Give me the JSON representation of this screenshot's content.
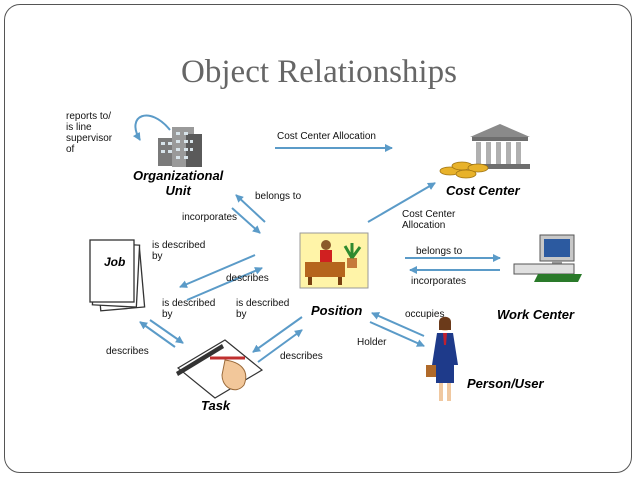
{
  "title": "Object Relationships",
  "nodes": {
    "org_unit": "Organizational\nUnit",
    "cost_center": "Cost Center",
    "job": "Job",
    "position": "Position",
    "work_center": "Work Center",
    "task": "Task",
    "person_user": "Person/User"
  },
  "labels": {
    "reports_to": "reports to/\nis line\nsupervisor\nof",
    "cost_center_allocation_top": "Cost Center Allocation",
    "belongs_to_org": "belongs to",
    "incorporates_org": "incorporates",
    "cost_center_allocation_right": "Cost Center\nAllocation",
    "belongs_to_wc": "belongs to",
    "incorporates_wc": "incorporates",
    "is_described_by_job": "is described\nby",
    "describes_job": "describes",
    "is_described_by_task_left": "is described\nby",
    "is_described_by_task_right": "is described\nby",
    "occupies": "occupies",
    "holder": "Holder",
    "describes_task_left": "describes",
    "describes_task_right": "describes"
  },
  "colors": {
    "arrow": "#5b9bc8",
    "title": "#666666",
    "border": "#555555"
  }
}
